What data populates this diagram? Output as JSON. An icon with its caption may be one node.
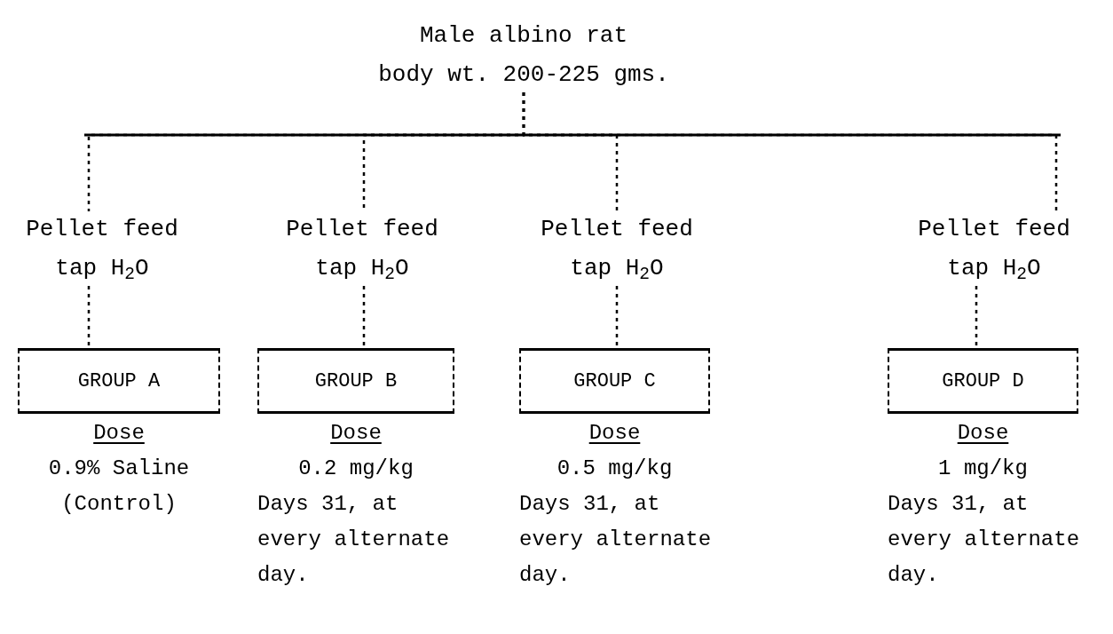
{
  "diagram": {
    "nodes": [
      {
        "text": [
          "Male albino rat",
          "body wt. 200-225 gms."
        ]
      },
      {
        "text": [
          "Pellet feed",
          "tap H$_{2}$O"
        ]
      },
      {
        "text": [
          "Pellet feed",
          "tap H$_{2}$O"
        ]
      },
      {
        "text": [
          "Pellet feed",
          "tap H$_{2}$O"
        ]
      },
      {
        "text": [
          "Pellet feed",
          "tap H$_{2}$O"
        ]
      },
      {
        "text": [
          "GROUP A"
        ],
        "beside": [
          "Dose",
          "0.9% Saline",
          "(Control)"
        ]
      },
      {
        "text": [
          "GROUP B"
        ],
        "beside": [
          "Dose",
          "0.2 mg/kg",
          "Days 31, at every alternate day."
        ]
      },
      {
        "text": [
          "GROUP C"
        ],
        "beside": [
          "Dose",
          "0.5 mg/kg",
          "Days 31, at every alternate day."
        ]
      },
      {
        "text": [
          "GROUP D"
        ],
        "beside": [
          "Dose",
          "1 mg/kg",
          "Days 31, at every alternate day."
        ]
      }
    ],
    "edges": [
      {
        "from": 0,
        "to": 1,
        "arrow": "none",
        "style": "dashed"
      },
      {
        "from": 0,
        "to": 2,
        "arrow": "none",
        "style": "dashed"
      },
      {
        "from": 0,
        "to": 3,
        "arrow": "none",
        "style": "dashed"
      },
      {
        "from": 0,
        "to": 4,
        "arrow": "none",
        "style": "dashed"
      },
      {
        "from": 1,
        "to": 5,
        "arrow": "none",
        "style": "dashed"
      },
      {
        "from": 2,
        "to": 6,
        "arrow": "none",
        "style": "dashed"
      },
      {
        "from": 3,
        "to": 7,
        "arrow": "none",
        "style": "dashed"
      },
      {
        "from": 4,
        "to": 8,
        "arrow": "none",
        "style": "dashed"
      }
    ]
  }
}
